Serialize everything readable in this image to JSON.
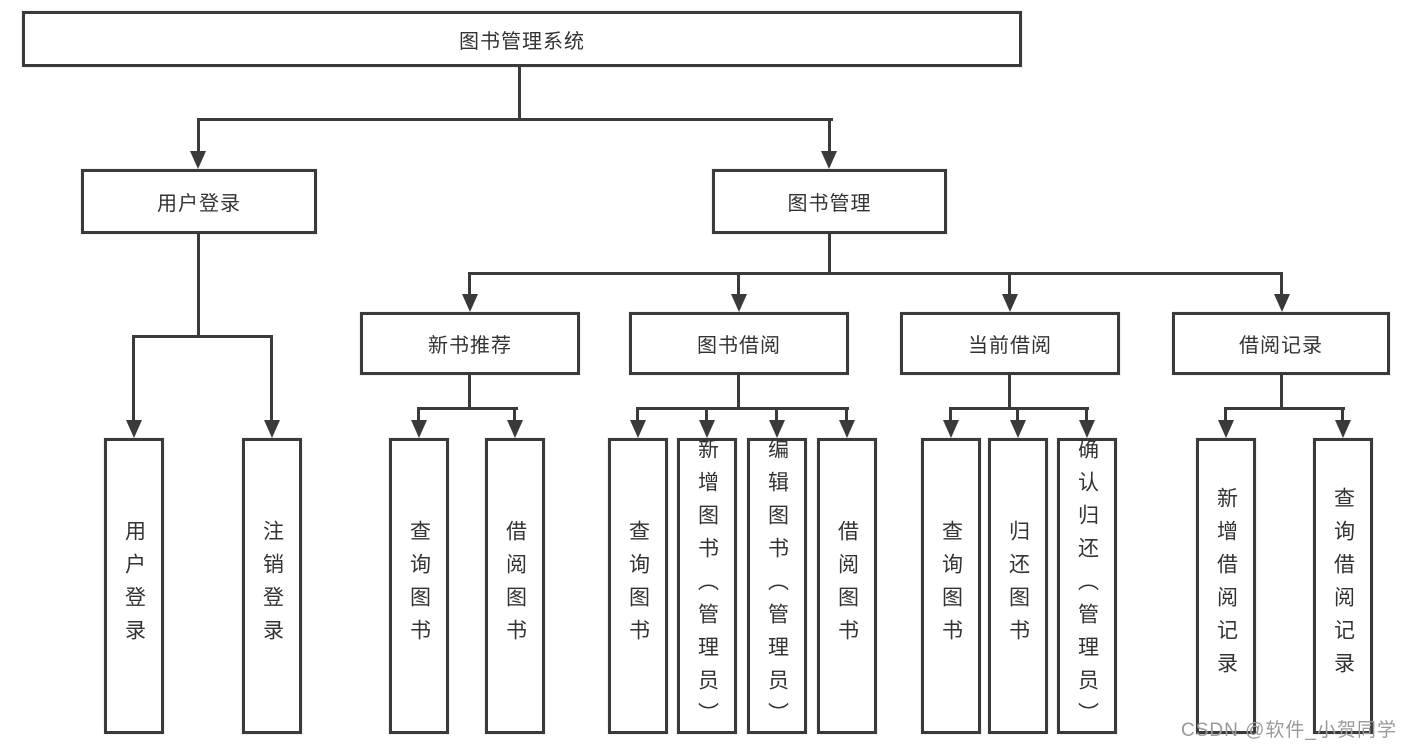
{
  "diagram": {
    "colors": {
      "line": "#3a3a3a",
      "text": "#333333",
      "box_fill": "#ffffff",
      "watermark": "#9a9a9a"
    },
    "root": {
      "label": "图书管理系统"
    },
    "branches": [
      {
        "label": "用户登录",
        "leaves": [
          "用户登录",
          "注销登录"
        ]
      },
      {
        "label": "图书管理",
        "sections": [
          {
            "label": "新书推荐",
            "leaves": [
              "查询图书",
              "借阅图书"
            ]
          },
          {
            "label": "图书借阅",
            "leaves": [
              "查询图书",
              "新增图书（管理员）",
              "编辑图书（管理员）",
              "借阅图书"
            ]
          },
          {
            "label": "当前借阅",
            "leaves": [
              "查询图书",
              "归还图书",
              "确认归还（管理员）"
            ]
          },
          {
            "label": "借阅记录",
            "leaves": [
              "新增借阅记录",
              "查询借阅记录"
            ]
          }
        ]
      }
    ],
    "watermark": "CSDN @软件_小贺同学"
  }
}
